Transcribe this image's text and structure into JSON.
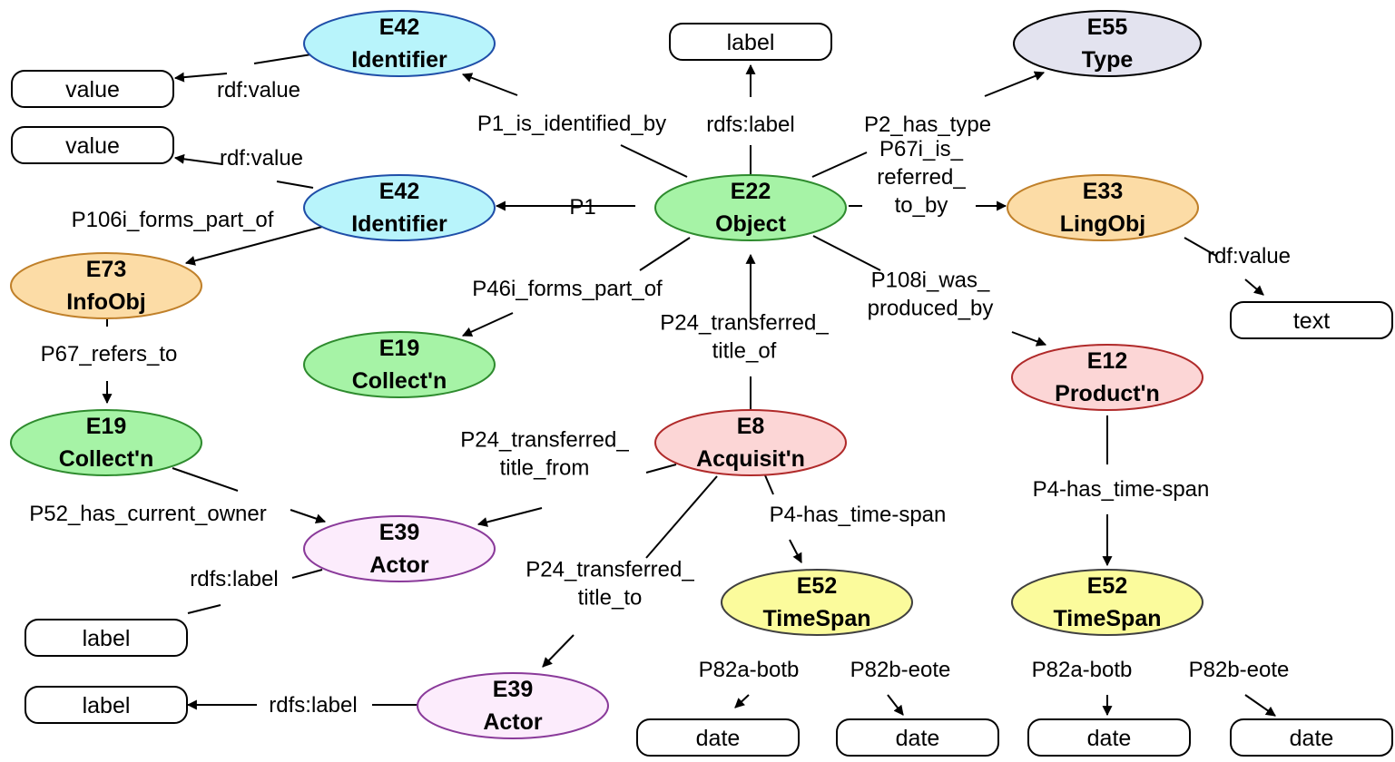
{
  "diagram": {
    "class_nodes": [
      {
        "id": "n_e42a",
        "lines": [
          "E42",
          "Identifier"
        ],
        "fill": "#b8f4fb",
        "stroke": "#1f4ea8"
      },
      {
        "id": "n_e55",
        "lines": [
          "E55",
          "Type"
        ],
        "fill": "#e3e3ef",
        "stroke": "#000000"
      },
      {
        "id": "n_e42b",
        "lines": [
          "E42",
          "Identifier"
        ],
        "fill": "#b8f4fb",
        "stroke": "#1f4ea8"
      },
      {
        "id": "n_e22",
        "lines": [
          "E22",
          "Object"
        ],
        "fill": "#a6f3a6",
        "stroke": "#2e8b2e"
      },
      {
        "id": "n_e33",
        "lines": [
          "E33",
          "LingObj"
        ],
        "fill": "#fcdca6",
        "stroke": "#c0802a"
      },
      {
        "id": "n_e73",
        "lines": [
          "E73",
          "InfoObj"
        ],
        "fill": "#fcdca6",
        "stroke": "#c0802a"
      },
      {
        "id": "n_e19a",
        "lines": [
          "E19",
          "Collect'n"
        ],
        "fill": "#a6f3a6",
        "stroke": "#2e8b2e"
      },
      {
        "id": "n_e19b",
        "lines": [
          "E19",
          "Collect'n"
        ],
        "fill": "#a6f3a6",
        "stroke": "#2e8b2e"
      },
      {
        "id": "n_e12",
        "lines": [
          "E12",
          "Product'n"
        ],
        "fill": "#fcd6d6",
        "stroke": "#b02a2a"
      },
      {
        "id": "n_e8",
        "lines": [
          "E8",
          "Acquisit'n"
        ],
        "fill": "#fcd6d6",
        "stroke": "#b02a2a"
      },
      {
        "id": "n_e39a",
        "lines": [
          "E39",
          "Actor"
        ],
        "fill": "#fcecfc",
        "stroke": "#8a3a9a"
      },
      {
        "id": "n_e52a",
        "lines": [
          "E52",
          "TimeSpan"
        ],
        "fill": "#fbfb9c",
        "stroke": "#404040"
      },
      {
        "id": "n_e52b",
        "lines": [
          "E52",
          "TimeSpan"
        ],
        "fill": "#fbfb9c",
        "stroke": "#404040"
      },
      {
        "id": "n_e39b",
        "lines": [
          "E39",
          "Actor"
        ],
        "fill": "#fcecfc",
        "stroke": "#8a3a9a"
      }
    ],
    "literal_nodes": [
      {
        "id": "l_label_top",
        "text": "label"
      },
      {
        "id": "l_value1",
        "text": "value"
      },
      {
        "id": "l_value2",
        "text": "value"
      },
      {
        "id": "l_text",
        "text": "text"
      },
      {
        "id": "l_label_actor1",
        "text": "label"
      },
      {
        "id": "l_label_actor2",
        "text": "label"
      },
      {
        "id": "l_date1",
        "text": "date"
      },
      {
        "id": "l_date2",
        "text": "date"
      },
      {
        "id": "l_date3",
        "text": "date"
      },
      {
        "id": "l_date4",
        "text": "date"
      }
    ],
    "edge_labels": [
      {
        "id": "el_rdfvalue1",
        "lines": [
          "rdf:value"
        ]
      },
      {
        "id": "el_p1_long",
        "lines": [
          "P1_is_identified_by"
        ]
      },
      {
        "id": "el_rdfslabel_top",
        "lines": [
          "rdfs:label"
        ]
      },
      {
        "id": "el_p2",
        "lines": [
          "P2_has_type"
        ]
      },
      {
        "id": "el_rdfvalue2",
        "lines": [
          "rdf:value"
        ]
      },
      {
        "id": "el_p67i",
        "lines": [
          "P67i_is_",
          "referred_",
          "to_by"
        ]
      },
      {
        "id": "el_p106i",
        "lines": [
          "P106i_forms_part_of"
        ]
      },
      {
        "id": "el_p1",
        "lines": [
          "P1"
        ]
      },
      {
        "id": "el_rdfvalue3",
        "lines": [
          "rdf:value"
        ]
      },
      {
        "id": "el_p46i",
        "lines": [
          "P46i_forms_part_of"
        ]
      },
      {
        "id": "el_p108i",
        "lines": [
          "P108i_was_",
          "produced_by"
        ]
      },
      {
        "id": "el_p67",
        "lines": [
          "P67_refers_to"
        ]
      },
      {
        "id": "el_p24of",
        "lines": [
          "P24_transferred_",
          "title_of"
        ]
      },
      {
        "id": "el_p24from",
        "lines": [
          "P24_transferred_",
          "title_from"
        ]
      },
      {
        "id": "el_p4a",
        "lines": [
          "P4-has_time-span"
        ]
      },
      {
        "id": "el_p4b",
        "lines": [
          "P4-has_time-span"
        ]
      },
      {
        "id": "el_p52",
        "lines": [
          "P52_has_current_owner"
        ]
      },
      {
        "id": "el_rdfslabel_a1",
        "lines": [
          "rdfs:label"
        ]
      },
      {
        "id": "el_p24to",
        "lines": [
          "P24_transferred_",
          "title_to"
        ]
      },
      {
        "id": "el_p82a1",
        "lines": [
          "P82a-botb"
        ]
      },
      {
        "id": "el_p82b1",
        "lines": [
          "P82b-eote"
        ]
      },
      {
        "id": "el_p82a2",
        "lines": [
          "P82a-botb"
        ]
      },
      {
        "id": "el_p82b2",
        "lines": [
          "P82b-eote"
        ]
      },
      {
        "id": "el_rdfslabel_a2",
        "lines": [
          "rdfs:label"
        ]
      }
    ]
  }
}
